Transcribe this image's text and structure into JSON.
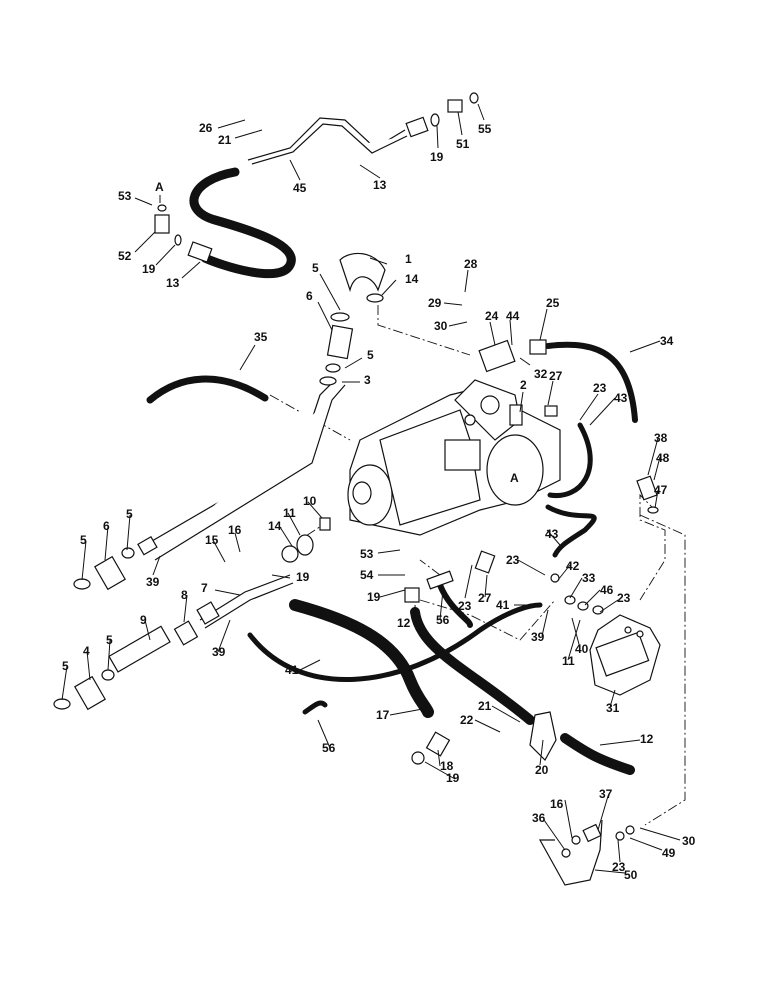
{
  "diagram": {
    "callouts": [
      {
        "id": "c-26",
        "text": "26"
      },
      {
        "id": "c-21a",
        "text": "21"
      },
      {
        "id": "c-45",
        "text": "45"
      },
      {
        "id": "c-13a",
        "text": "13"
      },
      {
        "id": "c-19a",
        "text": "19"
      },
      {
        "id": "c-51",
        "text": "51"
      },
      {
        "id": "c-55",
        "text": "55"
      },
      {
        "id": "c-A1",
        "text": "A"
      },
      {
        "id": "c-53a",
        "text": "53"
      },
      {
        "id": "c-52",
        "text": "52"
      },
      {
        "id": "c-19b",
        "text": "19"
      },
      {
        "id": "c-13b",
        "text": "13"
      },
      {
        "id": "c-1",
        "text": "1"
      },
      {
        "id": "c-14a",
        "text": "14"
      },
      {
        "id": "c-5a",
        "text": "5"
      },
      {
        "id": "c-6a",
        "text": "6"
      },
      {
        "id": "c-5b",
        "text": "5"
      },
      {
        "id": "c-3",
        "text": "3"
      },
      {
        "id": "c-28",
        "text": "28"
      },
      {
        "id": "c-29",
        "text": "29"
      },
      {
        "id": "c-30a",
        "text": "30"
      },
      {
        "id": "c-24",
        "text": "24"
      },
      {
        "id": "c-44",
        "text": "44"
      },
      {
        "id": "c-25",
        "text": "25"
      },
      {
        "id": "c-32",
        "text": "32"
      },
      {
        "id": "c-34",
        "text": "34"
      },
      {
        "id": "c-35",
        "text": "35"
      },
      {
        "id": "c-2",
        "text": "2"
      },
      {
        "id": "c-27a",
        "text": "27"
      },
      {
        "id": "c-23a",
        "text": "23"
      },
      {
        "id": "c-43a",
        "text": "43"
      },
      {
        "id": "c-38",
        "text": "38"
      },
      {
        "id": "c-48",
        "text": "48"
      },
      {
        "id": "c-47",
        "text": "47"
      },
      {
        "id": "c-A2",
        "text": "A"
      },
      {
        "id": "c-6b",
        "text": "6"
      },
      {
        "id": "c-5c",
        "text": "5"
      },
      {
        "id": "c-5d",
        "text": "5"
      },
      {
        "id": "c-39a",
        "text": "39"
      },
      {
        "id": "c-16a",
        "text": "16"
      },
      {
        "id": "c-15",
        "text": "15"
      },
      {
        "id": "c-14b",
        "text": "14"
      },
      {
        "id": "c-11a",
        "text": "11"
      },
      {
        "id": "c-10",
        "text": "10"
      },
      {
        "id": "c-43b",
        "text": "43"
      },
      {
        "id": "c-53b",
        "text": "53"
      },
      {
        "id": "c-54",
        "text": "54"
      },
      {
        "id": "c-19c",
        "text": "19"
      },
      {
        "id": "c-7",
        "text": "7"
      },
      {
        "id": "c-19d",
        "text": "19"
      },
      {
        "id": "c-23b",
        "text": "23"
      },
      {
        "id": "c-42",
        "text": "42"
      },
      {
        "id": "c-33",
        "text": "33"
      },
      {
        "id": "c-46",
        "text": "46"
      },
      {
        "id": "c-23c",
        "text": "23"
      },
      {
        "id": "c-23d",
        "text": "23"
      },
      {
        "id": "c-27b",
        "text": "27"
      },
      {
        "id": "c-41a",
        "text": "41"
      },
      {
        "id": "c-8",
        "text": "8"
      },
      {
        "id": "c-9",
        "text": "9"
      },
      {
        "id": "c-12a",
        "text": "12"
      },
      {
        "id": "c-56a",
        "text": "56"
      },
      {
        "id": "c-39b",
        "text": "39"
      },
      {
        "id": "c-40",
        "text": "40"
      },
      {
        "id": "c-11b",
        "text": "11"
      },
      {
        "id": "c-5e",
        "text": "5"
      },
      {
        "id": "c-4",
        "text": "4"
      },
      {
        "id": "c-5f",
        "text": "5"
      },
      {
        "id": "c-39c",
        "text": "39"
      },
      {
        "id": "c-41b",
        "text": "41"
      },
      {
        "id": "c-31",
        "text": "31"
      },
      {
        "id": "c-17",
        "text": "17"
      },
      {
        "id": "c-22",
        "text": "22"
      },
      {
        "id": "c-21b",
        "text": "21"
      },
      {
        "id": "c-12b",
        "text": "12"
      },
      {
        "id": "c-56b",
        "text": "56"
      },
      {
        "id": "c-20",
        "text": "20"
      },
      {
        "id": "c-19e",
        "text": "19"
      },
      {
        "id": "c-18",
        "text": "18"
      },
      {
        "id": "c-37",
        "text": "37"
      },
      {
        "id": "c-16b",
        "text": "16"
      },
      {
        "id": "c-36",
        "text": "36"
      },
      {
        "id": "c-30b",
        "text": "30"
      },
      {
        "id": "c-49",
        "text": "49"
      },
      {
        "id": "c-23e",
        "text": "23"
      },
      {
        "id": "c-50",
        "text": "50"
      }
    ]
  }
}
